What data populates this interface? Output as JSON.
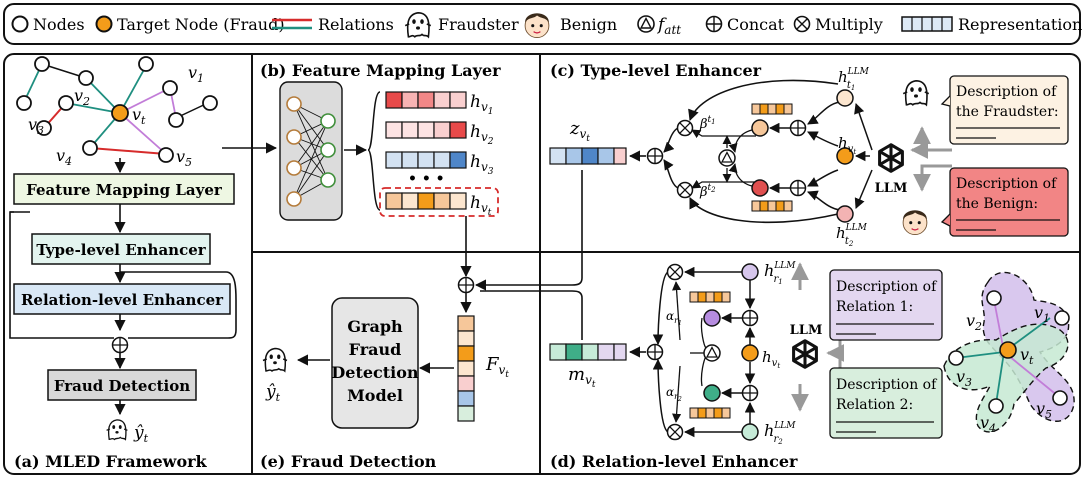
{
  "legend": {
    "nodes": "Nodes",
    "target_node": "Target Node (Fraud)",
    "relations": "Relations",
    "fraudster": "Fraudster",
    "benign": "Benign",
    "f_att": "f",
    "f_att_sub": "att",
    "concat": "Concat",
    "multiply": "Multiply",
    "representation": "Representation"
  },
  "panel_a": {
    "caption": "(a) MLED Framework",
    "box_feature": "Feature Mapping Layer",
    "box_type": "Type-level Enhancer",
    "box_relation": "Relation-level Enhancer",
    "box_fraud": "Fraud Detection",
    "v": "v",
    "s1": "1",
    "s2": "2",
    "s3": "3",
    "s4": "4",
    "s5": "5",
    "st": "t",
    "y_hat": "ŷ",
    "y_sub": "t"
  },
  "panel_b": {
    "caption": "(b) Feature Mapping Layer",
    "h": "h",
    "v": "v",
    "s1": "1",
    "s2": "2",
    "s3": "3",
    "st": "t",
    "dots": "• • •"
  },
  "panel_c": {
    "caption": "(c) Type-level Enhancer",
    "z": "z",
    "h": "h",
    "v": "v",
    "t": "t",
    "beta": "β",
    "llm_sup": "LLM",
    "llm": "LLM",
    "desc_fraud_1": "Description of",
    "desc_fraud_2": "the Fraudster:",
    "desc_benign_1": "Description of",
    "desc_benign_2": "the Benign:",
    "s1": "1",
    "s2": "2"
  },
  "panel_d": {
    "caption": "(d) Relation-level Enhancer",
    "m": "m",
    "h": "h",
    "v": "v",
    "t": "t",
    "r": "r",
    "alpha": "α",
    "llm_sup": "LLM",
    "llm": "LLM",
    "desc_rel1_1": "Description of",
    "desc_rel1_2": "Relation 1:",
    "desc_rel2_1": "Description of",
    "desc_rel2_2": "Relation 2:",
    "s1": "1",
    "s2": "2",
    "s3": "3",
    "s4": "4",
    "s5": "5"
  },
  "panel_e": {
    "caption": "(e) Fraud Detection",
    "model_1": "Graph",
    "model_2": "Fraud",
    "model_3": "Detection",
    "model_4": "Model",
    "F": "F",
    "v": "v",
    "t": "t",
    "y_hat": "ŷ"
  },
  "colors": {
    "target": "#f39c1a",
    "rel_red": "#d62b2b",
    "rel_teal": "#1f8f80",
    "rel_purple": "#c27dd8",
    "fraud_box": "#fdf2e3",
    "benign_box": "#f28585",
    "rel1_box": "#e3d7f0",
    "rel2_box": "#d8eedd",
    "feature_box": "#eef7e3",
    "type_box": "#e3f4ef",
    "relation_box": "#d9e8f6",
    "fraud_det_box": "#d8d8d8",
    "node_orange_light": "#f6c79a",
    "node_red": "#e05050",
    "node_pink": "#f3b3b3",
    "node_purple_light": "#d6c6ec",
    "node_purple": "#b68ce0",
    "node_green": "#3fae88",
    "node_green_light": "#c6ebd8",
    "blob_purple": "#d9c8ee",
    "blob_green": "#c6e9d2"
  }
}
